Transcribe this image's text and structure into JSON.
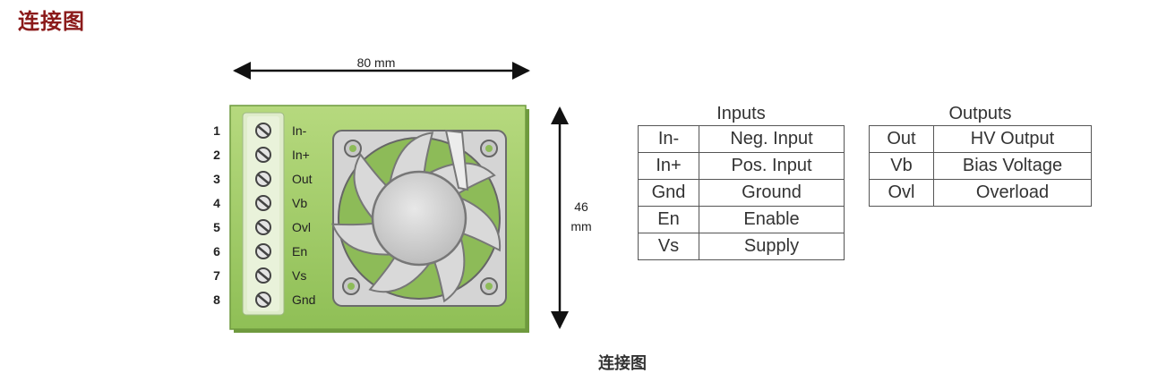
{
  "page": {
    "heading": "连接图",
    "caption": "连接图"
  },
  "diagram": {
    "width_label": "80 mm",
    "height_label_value": "46",
    "height_label_unit": "mm",
    "pin_numbers": [
      "1",
      "2",
      "3",
      "4",
      "5",
      "6",
      "7",
      "8"
    ],
    "pin_labels": [
      "In-",
      "In+",
      "Out",
      "Vb",
      "Ovl",
      "En",
      "Vs",
      "Gnd"
    ],
    "colors": {
      "board": "#a8cf6e",
      "board_edge": "#7aa84a",
      "strip": "#d9e8bf",
      "fan": "#cfcfcf",
      "arrow": "#111111"
    }
  },
  "inputs": {
    "title": "Inputs",
    "rows": [
      {
        "pin": "In-",
        "desc": "Neg. Input"
      },
      {
        "pin": "In+",
        "desc": "Pos. Input"
      },
      {
        "pin": "Gnd",
        "desc": "Ground"
      },
      {
        "pin": "En",
        "desc": "Enable"
      },
      {
        "pin": "Vs",
        "desc": "Supply"
      }
    ]
  },
  "outputs": {
    "title": "Outputs",
    "rows": [
      {
        "pin": "Out",
        "desc": "HV Output"
      },
      {
        "pin": "Vb",
        "desc": "Bias Voltage"
      },
      {
        "pin": "Ovl",
        "desc": "Overload"
      }
    ]
  }
}
